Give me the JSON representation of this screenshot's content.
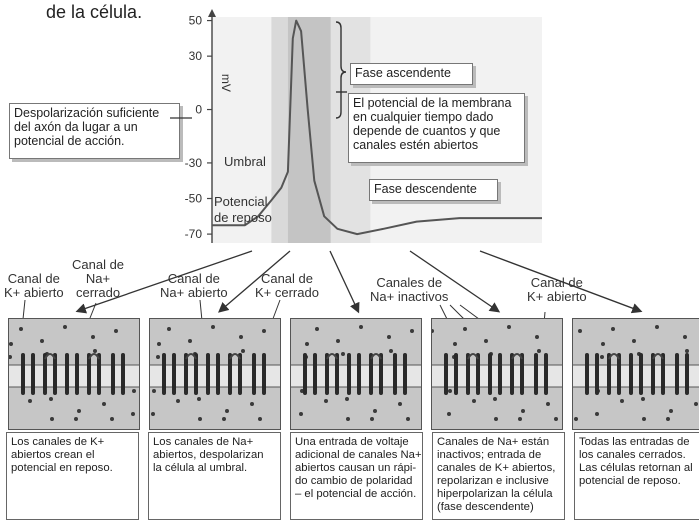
{
  "title_fragment": "de la célula.",
  "chart": {
    "y_axis_label": "mV",
    "y_ticks": [
      "50",
      "30",
      "0",
      "-30",
      "-50",
      "-70"
    ]
  },
  "chart_data": {
    "type": "line",
    "title": "",
    "xlabel": "",
    "ylabel": "mV",
    "ylim": [
      -75,
      52
    ],
    "x": [
      0,
      5,
      10,
      14,
      18,
      21,
      23,
      24.5,
      25.5,
      27,
      29,
      31,
      34,
      38,
      44,
      52,
      62,
      75,
      90,
      100
    ],
    "series": [
      {
        "values": [
          -65,
          -65,
          -65,
          -60,
          -51,
          -44,
          -35,
          40,
          50,
          44,
          0,
          -40,
          -60,
          -67,
          -70,
          -67,
          -63,
          -61,
          -61,
          -61
        ]
      }
    ]
  },
  "labels": {
    "umbral": "Umbral",
    "potencial_reposo": "Potencial\nde reposo",
    "fase_ascendente": "Fase ascendente",
    "fase_descendente": "Fase descendente",
    "membrane_note": "El potencial de la membrana\nen cualquier tiempo dado\ndepende de cuantos y que\ncanales estén abiertos",
    "depolarization_note": "Despolarización suficiente\ndel axón da lugar a un\npotencial de acción."
  },
  "channel_labels": {
    "k_open_1": "Canal de\nK+ abierto",
    "na_closed": "Canal de\nNa+\ncerrado",
    "na_open": "Canal de\nNa+ abierto",
    "k_closed": "Canal de\nK+ cerrado",
    "na_inactive": "Canales de\nNa+ inactivos",
    "k_open_2": "Canal de\nK+ abierto"
  },
  "captions": [
    "Los canales de K+\nabiertos crean el\npotencial en reposo.",
    "Los canales de Na+\nabiertos, despolarizan\nla célula al umbral.",
    "Una entrada de voltaje\nadicional de canales Na+\nabiertos causan un rápi-\ndo cambio de polaridad\n– el potencial de acción.",
    "Canales de Na+ están\ninactivos; entrada de\ncanales de K+ abiertos,\nrepolarizan e inclusive\nhiperpolarizan la célula\n(fase descendente)",
    "Todas las entradas de\nlos canales cerrados.\nLas células retornan al\npotencial de reposo."
  ]
}
